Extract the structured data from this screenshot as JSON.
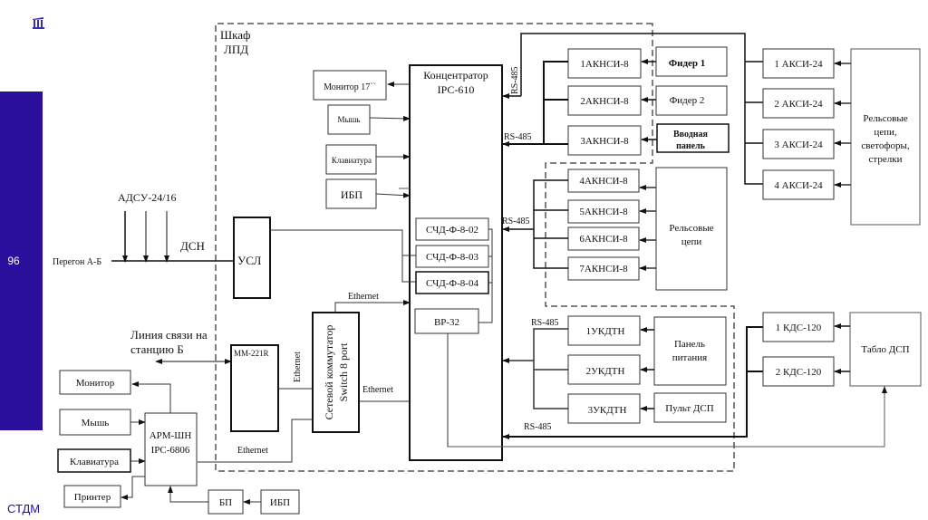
{
  "slide": {
    "page_number": "96",
    "footer": "СТДМ",
    "logo_icon": "building-icon",
    "accent_color": "#2a0f9c"
  },
  "cabinet": {
    "label_line1": "Шкаф",
    "label_line2": "ЛПД"
  },
  "concentrator": {
    "line1": "Концентратор",
    "line2": "IPC-610",
    "modules": [
      "СЧД-Ф-8-02",
      "СЧД-Ф-8-03",
      "СЧД-Ф-8-04",
      "ВР-32"
    ]
  },
  "peripherals": {
    "monitor": "Монитор 17``",
    "mouse": "Мышь",
    "keyboard": "Клавиатура",
    "ups": "ИБП"
  },
  "line": {
    "adsu": "АДСУ-24/16",
    "dsn": "ДСН",
    "peregon": "Перегон А-Б",
    "usl": "УСЛ"
  },
  "link": {
    "line1": "Линия связи на",
    "line2": "станцию Б",
    "modem": "ММ-221R"
  },
  "switch": {
    "line1": "Сетевой коммутатор",
    "line2": "Switch 8 port"
  },
  "ethernet_label": "Ethernet",
  "rs485_label": "RS-485",
  "arm": {
    "line1": "АРМ-ШН",
    "line2": "IPC-6806",
    "monitor": "Монитор",
    "mouse": "Мышь",
    "keyboard": "Клавиатура",
    "printer": "Принтер",
    "psu": "БП",
    "ups": "ИБП"
  },
  "aknsi_top": [
    "1АКНСИ-8",
    "2АКНСИ-8",
    "3АКНСИ-8"
  ],
  "feeders": {
    "feeder1": "Фидер 1",
    "feeder2": "Фидер 2",
    "input_panel_line1": "Вводная",
    "input_panel_line2": "панель"
  },
  "aknsi_bottom": [
    "4АКНСИ-8",
    "5АКНСИ-8",
    "6АКНСИ-8",
    "7АКНСИ-8"
  ],
  "rail_circuits": {
    "line1": "Рельсовые",
    "line2": "цепи"
  },
  "aksi": [
    "1 АКСИ-24",
    "2 АКСИ-24",
    "3 АКСИ-24",
    "4 АКСИ-24"
  ],
  "field": {
    "line1": "Рельсовые",
    "line2": "цепи,",
    "line3": "светофоры,",
    "line4": "стрелки"
  },
  "ukdtn": [
    "1УКДТН",
    "2УКДТН",
    "3УКДТН"
  ],
  "power_panel": {
    "line1": "Панель",
    "line2": "питания"
  },
  "console": "Пульт ДСП",
  "kds": [
    "1 КДС-120",
    "2 КДС-120"
  ],
  "tablo": "Табло ДСП"
}
